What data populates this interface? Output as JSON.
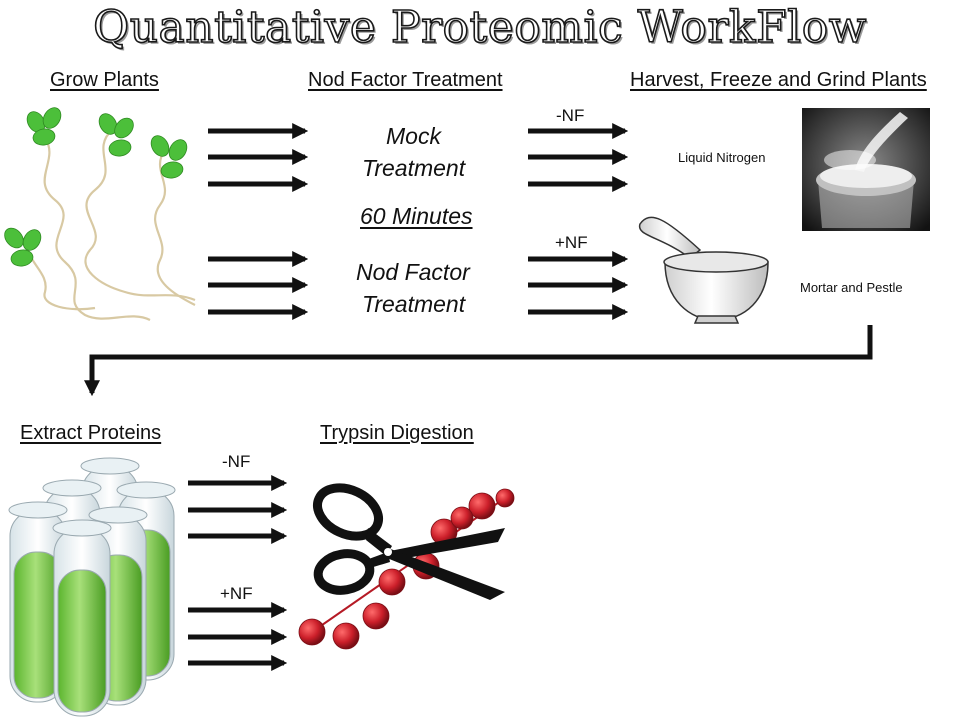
{
  "diagram": {
    "title": "Quantitative Proteomic WorkFlow",
    "headers": {
      "grow": "Grow Plants",
      "nod": "Nod Factor Treatment",
      "harvest": "Harvest, Freeze and Grind Plants",
      "extract": "Extract Proteins",
      "trypsin": "Trypsin Digestion"
    },
    "treatments": {
      "mock_line1": "Mock",
      "mock_line2": "Treatment",
      "duration": "60 Minutes",
      "nod_line1": "Nod Factor",
      "nod_line2": "Treatment"
    },
    "branch_labels": {
      "minus_top": "-NF",
      "plus_top": "+NF",
      "minus_bottom": "-NF",
      "plus_bottom": "+NF"
    },
    "captions": {
      "liquid_nitrogen": "Liquid Nitrogen",
      "mortar": "Mortar and Pestle"
    },
    "colors": {
      "arrow": "#111111",
      "plant_leaf": "#4cbf3a",
      "plant_stem": "#d8c9a3",
      "tube_liquid": "#7ccf4a",
      "tube_glass": "#e9f1f4",
      "bead": "#cc1f2a",
      "scissors": "#111111"
    }
  }
}
